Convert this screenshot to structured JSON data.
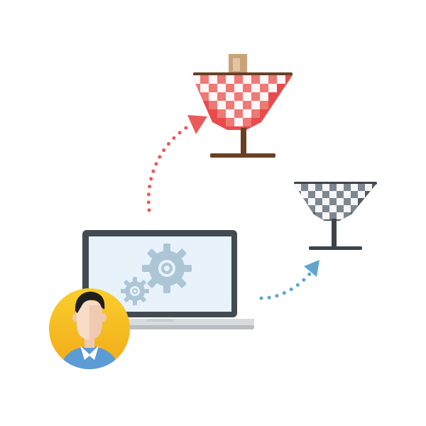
{
  "illustration": {
    "elements": [
      "user-avatar",
      "laptop",
      "gear-icon",
      "small-gear-icon",
      "red-checkered-table",
      "gray-checkered-table",
      "dotted-arrow-to-red-table",
      "dotted-arrow-to-gray-table"
    ]
  },
  "colors": {
    "background": "#ffffff",
    "avatar_bg": "#f7c21b",
    "avatar_bg_dark": "#f2a91a",
    "skin": "#f7dcc8",
    "hair": "#1f1f1f",
    "shirt_blue": "#5b9bd6",
    "shirt_collar": "#ffffff",
    "laptop_frame": "#424a52",
    "laptop_screen": "#e8f2fa",
    "laptop_base": "#d8dbde",
    "laptop_base_shadow": "#b9bdc1",
    "gear": "#adc6d6",
    "red_tablecloth": "#e94b4b",
    "red_check_light": "#f4b1a8",
    "white_check": "#ffffff",
    "wood": "#6b3f22",
    "cup": "#c8a27a",
    "gray_tablecloth": "#525a62",
    "gray_check_light": "#a7b3be",
    "gray_stand": "#3d434a",
    "arrow_red": "#ea5a5a",
    "arrow_blue": "#5ea6cf"
  }
}
